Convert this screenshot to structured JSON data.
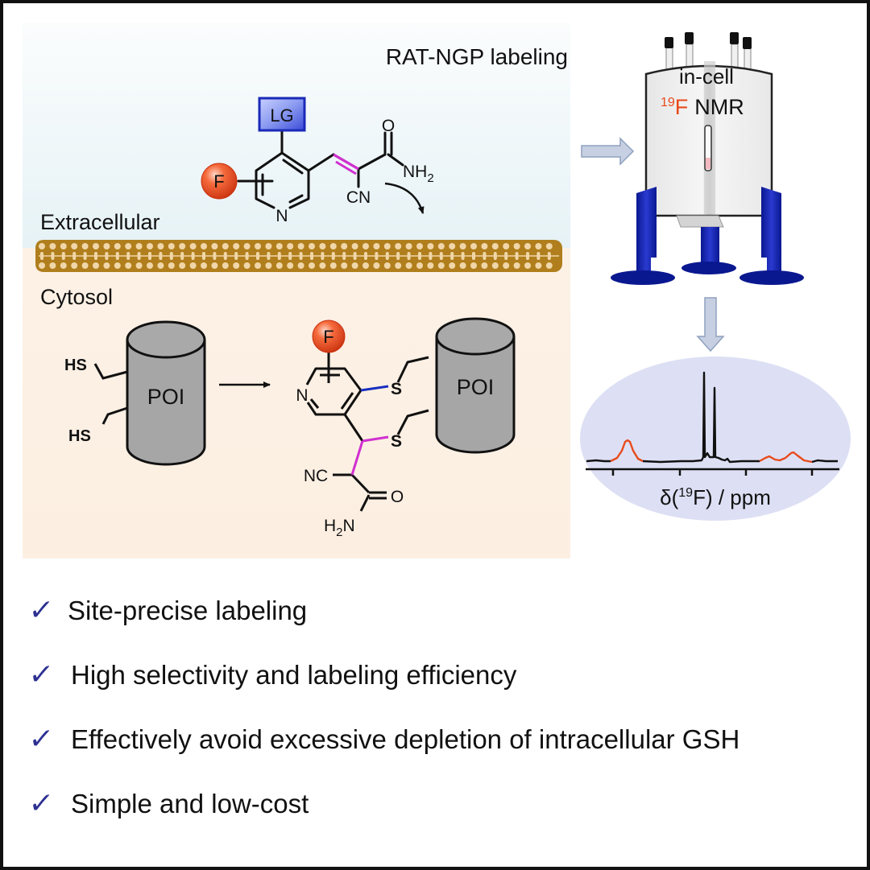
{
  "title": "RAT-NGP labeling",
  "regions": {
    "extracellular": "Extracellular",
    "cytosol": "Cytosol"
  },
  "reagent": {
    "leaving_group": "LG",
    "fluorine": "F",
    "ring_nitrogen": "N",
    "carbonyl_oxygen": "O",
    "amide": "NH",
    "amide_sub": "2",
    "nitrile": "CN"
  },
  "protein": {
    "label": "POI",
    "thiol_1": "HS",
    "thiol_2": "HS"
  },
  "product": {
    "fluorine": "F",
    "ring_nitrogen": "N",
    "sulfur_1": "S",
    "sulfur_2": "S",
    "nitrile": "NC",
    "carbonyl_oxygen": "O",
    "amine_h": "H",
    "amine_sub": "2",
    "amine_n": "N",
    "protein_label": "POI"
  },
  "nmr": {
    "line1": "in-cell",
    "isotope_mass": "19",
    "isotope_symbol": "F",
    "technique": "NMR"
  },
  "spectrum": {
    "axis_prefix": "δ(",
    "axis_isotope_mass": "19",
    "axis_suffix": "F) / ppm"
  },
  "colors": {
    "fluorine_ball": "#e8401c",
    "leaving_group_box": "#2f3fd0",
    "new_bond_blue": "#1a2fc0",
    "alkene_magenta": "#d030d0",
    "membrane": "#b07e1c",
    "membrane_head": "#f0d6a8",
    "magnet_legs": "#1020a0",
    "spectrum_red": "#e84a1c",
    "check": "#2e3192",
    "cytosol_bg": "#fdf0e4",
    "extracellular_bg": "#eaf4f8",
    "spectrum_bg": "#dde0f4"
  },
  "highlights": [
    "Site-precise labeling",
    "High selectivity and labeling efficiency",
    "Effectively avoid excessive depletion of intracellular GSH",
    "Simple and low-cost"
  ],
  "check_glyph": "✓"
}
